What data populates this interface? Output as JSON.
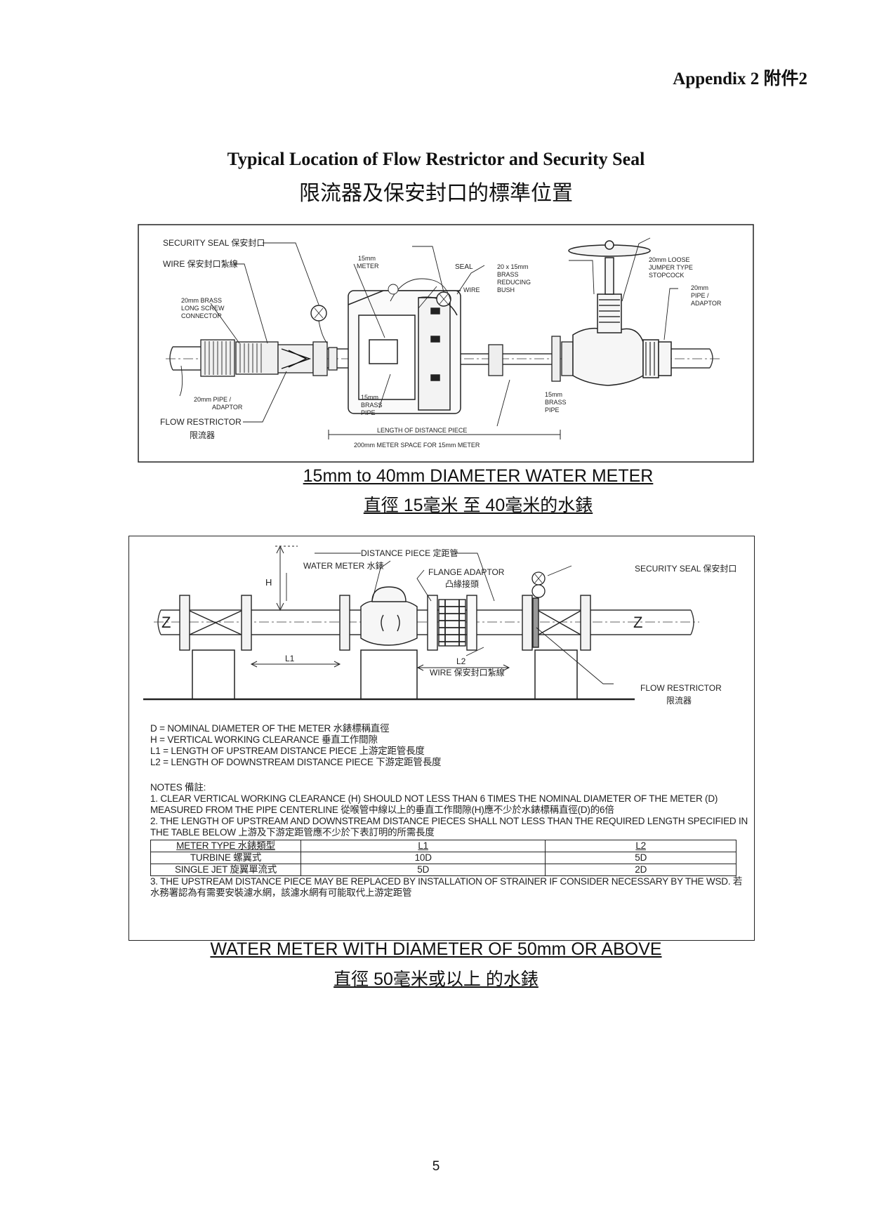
{
  "header": {
    "appendix": "Appendix 2 附件2",
    "title_en": "Typical Location of Flow Restrictor and Security Seal",
    "title_zh": "限流器及保安封口的標準位置"
  },
  "diagram1": {
    "labels": {
      "security_seal": "SECURITY SEAL 保安封口",
      "wire": "WIRE 保安封口紮線",
      "meter_line1": "15mm",
      "meter_line2": "METER",
      "seal": "SEAL",
      "wire2": "WIRE",
      "reducing_bush": [
        "20 x 15mm",
        "BRASS",
        "REDUCING",
        "BUSH"
      ],
      "stopcock": [
        "20mm LOOSE",
        "JUMPER TYPE",
        "STOPCOCK"
      ],
      "adaptor_right": [
        "20mm",
        "PIPE /",
        "ADAPTOR"
      ],
      "connector": [
        "20mm BRASS",
        "LONG SCREW",
        "CONNECTOR"
      ],
      "pipe_adaptor_left": [
        "20mm PIPE /",
        "ADAPTOR"
      ],
      "flow_restrictor": "FLOW RESTRICTOR",
      "flow_restrictor_zh": "限流器",
      "brass_pipe_left": [
        "15mm",
        "BRASS",
        "PIPE"
      ],
      "brass_pipe_right": [
        "15mm",
        "BRASS",
        "PIPE"
      ],
      "distance_piece": "LENGTH OF DISTANCE PIECE",
      "meter_space": "200mm METER SPACE FOR 15mm METER"
    },
    "caption_en": "15mm to 40mm DIAMETER WATER METER",
    "caption_zh": "直徑 15毫米 至 40毫米的水錶"
  },
  "diagram2": {
    "labels": {
      "distance_piece": "DISTANCE PIECE 定距管",
      "water_meter": "WATER METER 水錶",
      "flange_adaptor": "FLANGE ADAPTOR",
      "flange_adaptor_zh": "凸緣接頭",
      "security_seal": "SECURITY SEAL 保安封口",
      "h": "H",
      "z": "Z",
      "wire": "WIRE 保安封口紮線",
      "l1": "L1",
      "l2": "L2",
      "flow_restrictor": "FLOW RESTRICTOR",
      "flow_restrictor_zh": "限流器"
    },
    "legend": [
      "D = NOMINAL DIAMETER OF THE METER  水錶標稱直徑",
      "H = VERTICAL WORKING CLEARANCE 垂直工作間隙",
      "L1 = LENGTH OF UPSTREAM DISTANCE PIECE 上游定距管長度",
      "L2 = LENGTH OF DOWNSTREAM DISTANCE PIECE 下游定距管長度"
    ],
    "notes_title": "NOTES 備註:",
    "note1": "1. CLEAR VERTICAL WORKING CLEARANCE (H) SHOULD NOT LESS THAN 6 TIMES THE NOMINAL DIAMETER OF THE METER (D) MEASURED FROM THE PIPE CENTERLINE 從喉管中線以上的垂直工作間隙(H)應不少於水錶標稱直徑(D)的6倍",
    "note2": "2. THE LENGTH OF UPSTREAM AND DOWNSTREAM DISTANCE PIECES SHALL NOT LESS THAN THE REQUIRED LENGTH SPECIFIED IN THE TABLE BELOW 上游及下游定距管應不少於下表訂明的所需長度",
    "table": {
      "header": [
        "METER TYPE 水錶類型",
        "L1",
        "L2"
      ],
      "rows": [
        [
          "TURBINE 螺翼式",
          "10D",
          "5D"
        ],
        [
          "SINGLE JET 旋翼單流式",
          "5D",
          "2D"
        ]
      ]
    },
    "note3": "3. THE UPSTREAM DISTANCE PIECE MAY BE REPLACED BY INSTALLATION OF STRAINER IF CONSIDER NECESSARY BY THE WSD. 若水務署認為有需要安裝濾水網，該濾水網有可能取代上游定距管",
    "caption_en": "WATER METER WITH DIAMETER OF 50mm OR ABOVE",
    "caption_zh": "直徑 50毫米或以上 的水錶"
  },
  "footer": {
    "page_number": "5"
  }
}
